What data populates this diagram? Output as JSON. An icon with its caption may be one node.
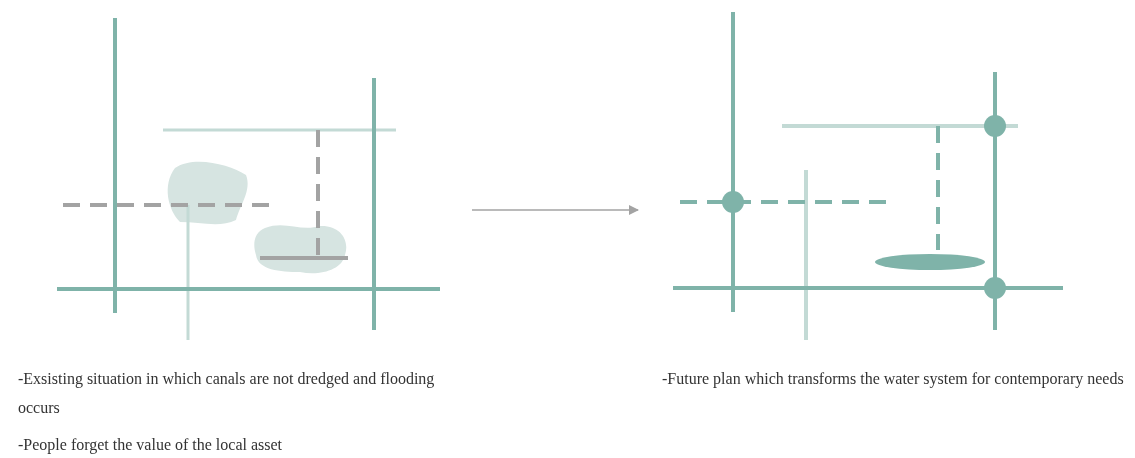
{
  "diagram": {
    "nodes": [
      {
        "text": [],
        "shape": "picture",
        "beside": [
          "-Exsisting situation in which canals are not dredged and flooding occurs",
          "-People forget the value of the local asset"
        ]
      },
      {
        "text": [],
        "shape": "picture",
        "beside": [
          "-Future plan which transforms the water system for contemporary needs"
        ]
      }
    ],
    "edges": [
      {
        "from": 0,
        "to": 1,
        "arrow": "to"
      }
    ]
  }
}
